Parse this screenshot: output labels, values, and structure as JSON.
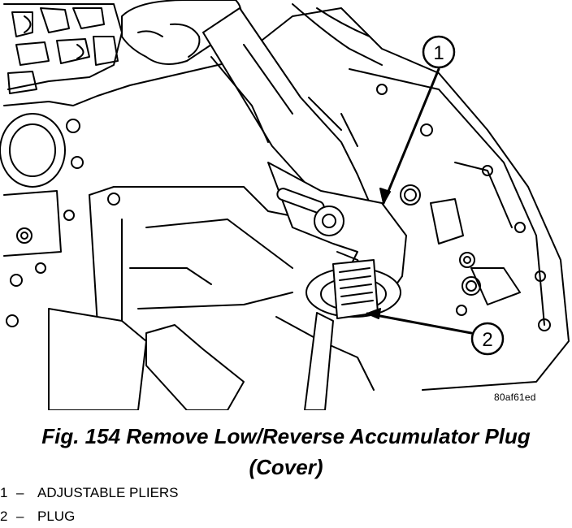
{
  "callouts": {
    "one": "1",
    "two": "2"
  },
  "figure_code": "80af61ed",
  "caption": {
    "line1": "Fig. 154 Remove Low/Reverse Accumulator Plug",
    "line2": "(Cover)"
  },
  "legend": [
    {
      "number": "1",
      "dash": "–",
      "label": "ADJUSTABLE PLIERS"
    },
    {
      "number": "2",
      "dash": "–",
      "label": "PLUG"
    }
  ],
  "colors": {
    "ink": "#000000",
    "paper": "#ffffff"
  }
}
